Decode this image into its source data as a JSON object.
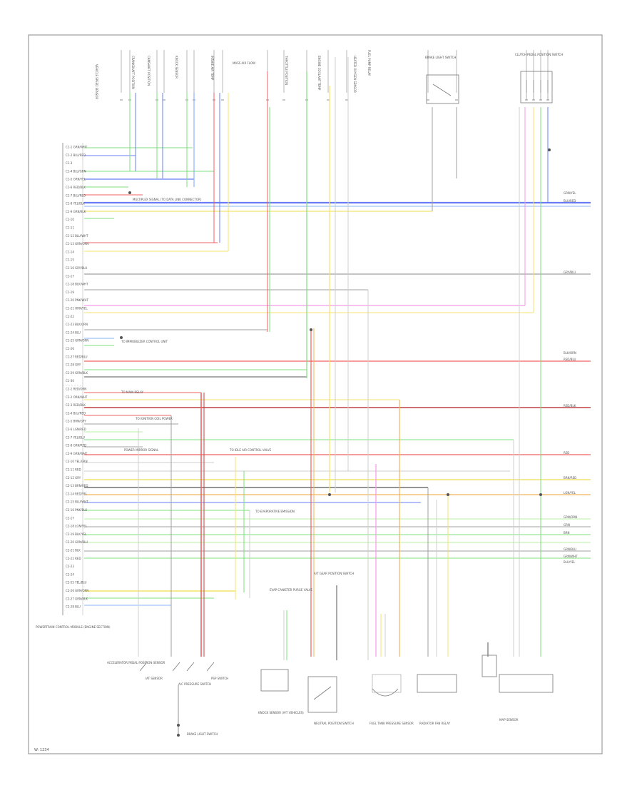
{
  "diagram": {
    "footer_code": "W: 1234",
    "top_labels": [
      "VEHICLE SPEED SENSOR",
      "CRANKSHAFT POSITION",
      "CAMSHAFT POSITION",
      "KNOCK SENSOR",
      "INTAKE AIR TEMP",
      "MASS AIR FLOW",
      "THROTTLE POSITION",
      "ENGINE COOLANT TEMP",
      "HEATED OXYGEN SENSOR",
      "FUEL PUMP RELAY",
      "BRAKE LIGHT SWITCH",
      "CLUTCH PEDAL POSITION SWITCH"
    ],
    "left_pins": [
      "C1-1 GRN/WHT",
      "C1-2 BLU/RED",
      "C1-3",
      "C1-4 BLU/GRN",
      "C1-5 GRN/YEL",
      "C1-6 RED/BLK",
      "C1-7 BLU/RED",
      "C1-8 YEL/BLK",
      "C1-9 GRN/BLK",
      "C1-10",
      "C1-11",
      "C1-12 BLU/WHT",
      "C1-13 GRN/ORN",
      "C1-14",
      "C1-15",
      "C1-16 GRY/BLU",
      "C1-17",
      "C1-18 BLK/WHT",
      "C1-19",
      "C1-20 PNK/WHT",
      "C1-21 ORN/YEL",
      "C1-22",
      "C1-23 BLK/ORN",
      "C1-24 BLU",
      "C1-25 GRN/ORN",
      "C1-26",
      "C1-27 RED/BLU",
      "C1-28 GRY",
      "C1-29 GRN/BLK",
      "C1-30",
      "C2-1 RED/ORN",
      "C2-2 ORN/WHT",
      "C2-3 RED/BLK",
      "C2-4 BLU/RED",
      "C2-5 BRN/GRY",
      "C2-6 LGN/RED",
      "C2-7 YEL/BLU",
      "C2-8 GRN/RED",
      "C2-9 GRN/WHT",
      "C2-10 YEL/GRN",
      "C2-11 RED",
      "C2-12 GRY",
      "C2-13 BRN/RED",
      "C2-14 RED/YEL",
      "C2-15 BLU/WHT",
      "C2-16 PNK/BLU",
      "C2-17",
      "C2-18 LGN/YEL",
      "C2-19 BLK/YEL",
      "C2-20 GRN/BLU",
      "C2-21 BLK",
      "C2-22 RED",
      "C2-23",
      "C2-24",
      "C2-25 YEL/BLU",
      "C2-26 GRN/ORN",
      "C2-27 GRN/BLK",
      "C2-28 BLU"
    ],
    "right_labels": [
      "GRN/YEL",
      "BLU/RED",
      "GRY/BLU",
      "BLK/ORN",
      "RED/BLU",
      "RED/BLK",
      "RED",
      "BRN/RED",
      "LGN/YEL",
      "GRN/ORN",
      "GRN",
      "BRN",
      "GRN/BLU",
      "GRN/WHT",
      "BLU/YEL"
    ],
    "mid_labels": [
      "MULTIPLEX SIGNAL (TO DATA LINK CONNECTOR)",
      "TO IMMOBILIZER CONTROL UNIT",
      "TO IGNITION COIL POWER",
      "POWER MIRROR SIGNAL",
      "TO MAIN RELAY",
      "TO IDLE AIR CONTROL VALVE",
      "TO EVAPORATIVE EMISSION"
    ],
    "bottom_labels": [
      "POWERTRAIN CONTROL MODULE (ENGINE SECTION)",
      "ACCELERATOR PEDAL POSITION SENSOR",
      "IAT SENSOR",
      "A/C PRESSURE SWITCH",
      "PSP SWITCH",
      "BRAKE LIGHT SWITCH",
      "KNOCK SENSOR (A/T VEHICLES)",
      "NEUTRAL POSITION SWITCH",
      "FUEL TANK PRESSURE SENSOR",
      "RADIATOR FAN RELAY",
      "A/T GEAR POSITION SWITCH",
      "EVAP CANISTER PURGE VALVE",
      "MAP SENSOR"
    ]
  }
}
